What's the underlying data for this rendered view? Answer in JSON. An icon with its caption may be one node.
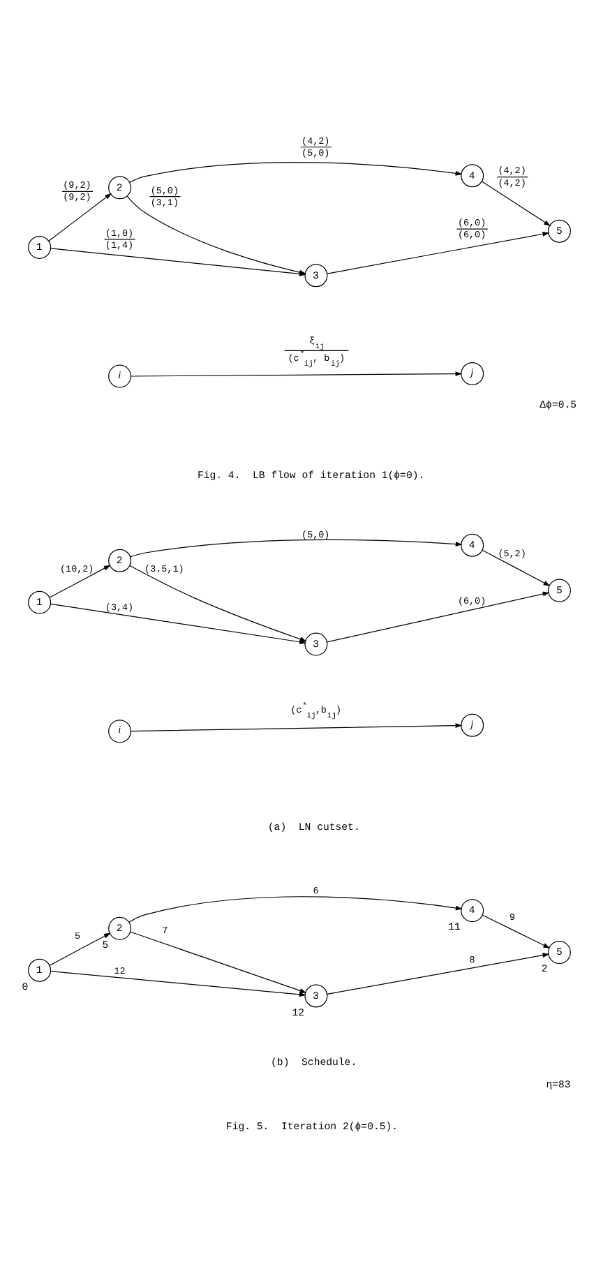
{
  "diagram": {
    "nodes": [
      {
        "text": [
          "1"
        ]
      },
      {
        "text": [
          "2"
        ]
      },
      {
        "text": [
          "3"
        ]
      },
      {
        "text": [
          "4"
        ]
      },
      {
        "text": [
          "5"
        ]
      },
      {
        "text": [
          "i"
        ]
      },
      {
        "text": [
          "j"
        ]
      },
      {
        "text": [
          "1"
        ]
      },
      {
        "text": [
          "2"
        ]
      },
      {
        "text": [
          "3"
        ]
      },
      {
        "text": [
          "4"
        ]
      },
      {
        "text": [
          "5"
        ]
      },
      {
        "text": [
          "i"
        ]
      },
      {
        "text": [
          "j"
        ]
      },
      {
        "text": [
          "1"
        ],
        "beside": [
          "0"
        ]
      },
      {
        "text": [
          "2"
        ],
        "beside": [
          "5"
        ]
      },
      {
        "text": [
          "3"
        ],
        "beside": [
          "12"
        ]
      },
      {
        "text": [
          "4"
        ],
        "beside": [
          "11"
        ]
      },
      {
        "text": [
          "5"
        ],
        "beside": [
          "2"
        ]
      }
    ],
    "edges": [
      {
        "from": 0,
        "to": 2,
        "arrow": "to",
        "label": "(1,0) (1,4)"
      },
      {
        "from": 0,
        "to": 1,
        "arrow": "to",
        "label": "(9,2) (9,2)"
      },
      {
        "from": 1,
        "to": 2,
        "arrow": "to",
        "label": "(5,0) (3,1)"
      },
      {
        "from": 1,
        "to": 3,
        "arrow": "to",
        "label": "(4,2) (5,0)"
      },
      {
        "from": 2,
        "to": 4,
        "arrow": "to",
        "label": "(6,0) (6,0)"
      },
      {
        "from": 3,
        "to": 4,
        "arrow": "to",
        "label": "(4,2) (4,2)"
      },
      {
        "from": 5,
        "to": 6,
        "arrow": "to",
        "label": "ξ$_{ij}$ (c$^{*}$$_{ij}$, b$_{ij}$)"
      },
      {
        "from": 7,
        "to": 9,
        "arrow": "to",
        "label": "(3,4)"
      },
      {
        "from": 7,
        "to": 8,
        "arrow": "to",
        "label": "(10,2)"
      },
      {
        "from": 8,
        "to": 9,
        "arrow": "to",
        "label": "(3.5,1)"
      },
      {
        "from": 8,
        "to": 10,
        "arrow": "to",
        "label": "(5,0)"
      },
      {
        "from": 9,
        "to": 11,
        "arrow": "to",
        "label": "(6,0)"
      },
      {
        "from": 10,
        "to": 11,
        "arrow": "to",
        "label": "(5,2)"
      },
      {
        "from": 12,
        "to": 13,
        "arrow": "to",
        "label": "(c$^{*}$$_{ij}$,b$_{ij}$)"
      },
      {
        "from": 14,
        "to": 16,
        "arrow": "to",
        "label": "12"
      },
      {
        "from": 14,
        "to": 15,
        "arrow": "to",
        "label": "5"
      },
      {
        "from": 15,
        "to": 16,
        "arrow": "to",
        "label": "7"
      },
      {
        "from": 15,
        "to": 17,
        "arrow": "to",
        "label": "6"
      },
      {
        "from": 16,
        "to": 18,
        "arrow": "to",
        "label": "8"
      },
      {
        "from": 17,
        "to": 18,
        "arrow": "to",
        "label": "9"
      }
    ],
    "labels": [
      "Δϕ=0.5",
      "Fig. 4.  LB flow of iteration 1(ϕ=0).",
      "(a)  LN cutset.",
      "η=83",
      "(b)  Schedule.",
      "Fig. 5.  Iteration 2(ϕ=0.5)."
    ]
  }
}
